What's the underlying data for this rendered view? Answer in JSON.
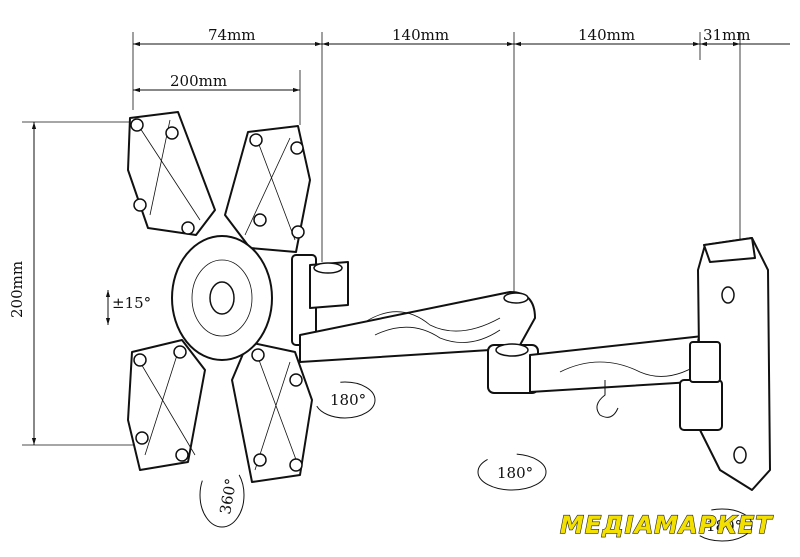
{
  "dimensions": {
    "top_a": "74mm",
    "top_b": "140mm",
    "top_c": "140mm",
    "top_d": "31mm",
    "vesa_width": "200mm",
    "vesa_height": "200mm"
  },
  "rotations": {
    "tilt": "±15°",
    "swivel_plate": "180°",
    "rotate_plate": "360°",
    "swivel_arm": "180°",
    "swivel_wall": "180°"
  },
  "watermark": {
    "text": "МЕДІАМАРКЕТ",
    "color": "#f3e000"
  }
}
